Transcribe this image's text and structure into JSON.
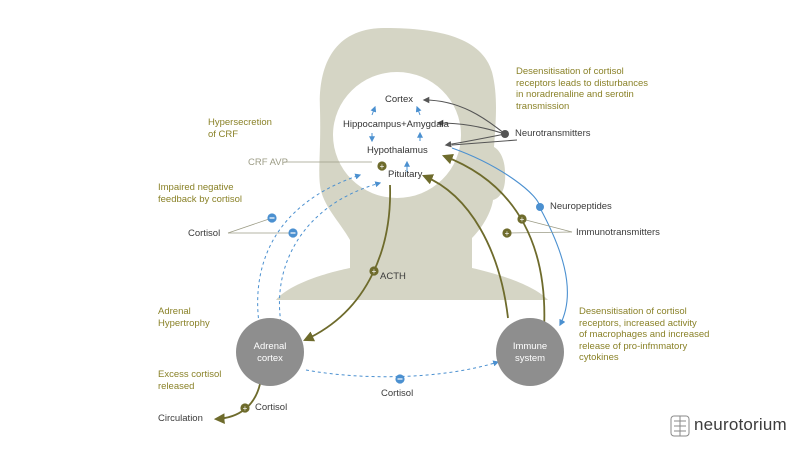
{
  "brain": {
    "cortex": "Cortex",
    "hippocampus_amygdala": "Hippocampus+Amygdala",
    "hypothalamus": "Hypothalamus",
    "pituitary": "Pituitary"
  },
  "nodes": {
    "adrenal_cortex": "Adrenal\ncortex",
    "immune_system": "Immune\nsystem"
  },
  "left_labels": {
    "hypersecretion": "Hypersecretion\nof CRF",
    "crf_avp": "CRF AVP",
    "impaired_feedback": "Impaired negative\nfeedback by cortisol",
    "cortisol_left": "Cortisol",
    "adrenal_hypertrophy": "Adrenal\nHypertrophy",
    "excess_cortisol": "Excess cortisol\nreleased",
    "circulation": "Circulation",
    "cortisol_bottom": "Cortisol"
  },
  "right_labels": {
    "desens_top": "Desensitisation of cortisol\nreceptors leads to disturbances\nin noradrenaline and serotin\ntransmission",
    "neurotransmitters": "Neurotransmitters",
    "neuropeptides": "Neuropeptides",
    "immunotransmitters": "Immunotransmitters",
    "desens_bottom": "Desensitisation of cortisol\nreceptors, increased activity\nof macrophages and increased\nrelease of pro-infmmatory\ncytokines"
  },
  "center_labels": {
    "acth": "ACTH",
    "cortisol_middle": "Cortisol"
  },
  "brand": {
    "name": "neurotorium"
  },
  "colors": {
    "olive": "#6e6b2c",
    "olive_text": "#8a8228",
    "blue": "#4b90d0",
    "node": "#8e8e8e",
    "head": "#d5d5c5",
    "dark": "#555555"
  }
}
